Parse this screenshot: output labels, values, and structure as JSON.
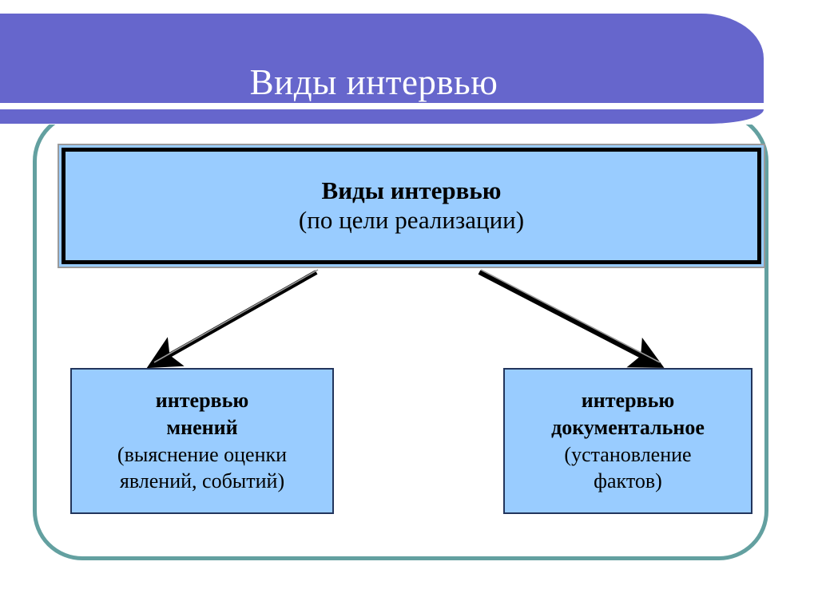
{
  "slide": {
    "title": "Виды интервью",
    "background_color": "#FFFFFF",
    "header_color": "#6666CC",
    "frame_color": "#63A0A0",
    "node_fill_color": "#99CCFF",
    "node_border_color": "#22355C",
    "arrow_color": "#000000",
    "title_color": "#FFFFFF"
  },
  "diagram": {
    "type": "hierarchy",
    "root": {
      "line_1": "Виды интервью",
      "line_2": "(по цели реализации)"
    },
    "children": [
      {
        "line_1": "интервью",
        "line_2": "мнений",
        "line_3": "(выяснение оценки",
        "line_4": "явлений, событий)"
      },
      {
        "line_1": "интервью",
        "line_2": "документальное",
        "line_3": "(установление",
        "line_4": "фактов)"
      }
    ],
    "connectors": [
      {
        "name": "arrow-to-left-node",
        "from": "root",
        "to": "child-0"
      },
      {
        "name": "arrow-to-right-node",
        "from": "root",
        "to": "child-1"
      }
    ]
  }
}
